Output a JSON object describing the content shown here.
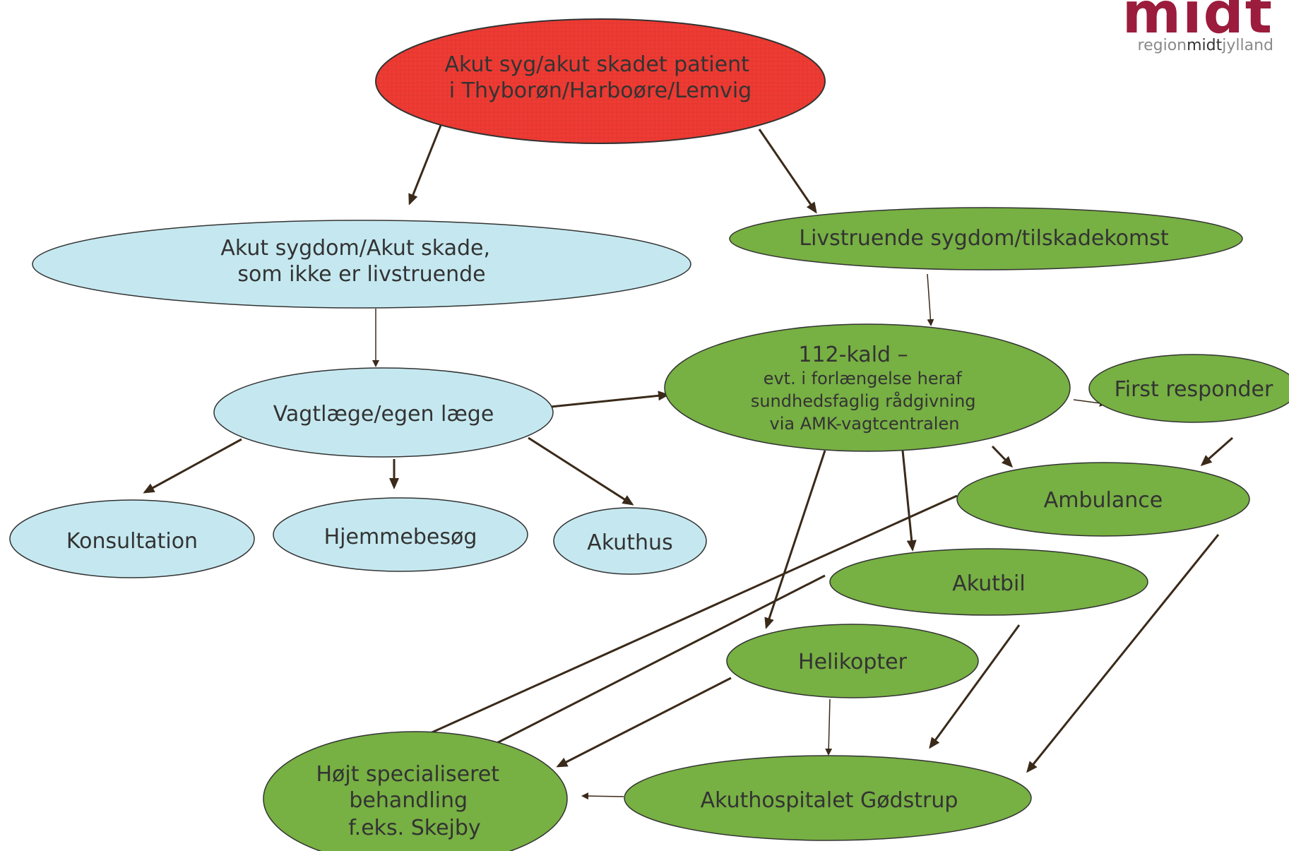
{
  "logo": {
    "mark": "midt",
    "sub_a": "region",
    "sub_b": "midt",
    "sub_c": "jylland"
  },
  "colors": {
    "red": "#ef3b33",
    "blue": "#c5e8f0",
    "green": "#77b043",
    "arrow": "#3a2a1a"
  },
  "nodes": {
    "patient": [
      "Akut syg/akut skadet patient",
      "i Thyborøn/Harboøre/Lemvig"
    ],
    "akut": [
      "Akut sygdom/Akut skade,",
      "som ikke er livstruende"
    ],
    "livs": [
      "Livstruende sygdom/tilskadekomst"
    ],
    "vagt": [
      "Vagtlæge/egen læge"
    ],
    "konsultation": [
      "Konsultation"
    ],
    "hjemmebesog": [
      "Hjemmebesøg"
    ],
    "akuthus": [
      "Akuthus"
    ],
    "kald_title": [
      "112-kald –"
    ],
    "kald_sub": [
      "evt. i forlængelse heraf",
      "sundhedsfaglig rådgivning",
      "via AMK-vagtcentralen"
    ],
    "first": [
      "First responder"
    ],
    "ambulance": [
      "Ambulance"
    ],
    "akutbil": [
      "Akutbil"
    ],
    "helikopter": [
      "Helikopter"
    ],
    "hojt": [
      "Højt specialiseret",
      "behandling",
      "f.eks. Skejby"
    ],
    "godstrup": [
      "Akuthospitalet Gødstrup"
    ]
  }
}
